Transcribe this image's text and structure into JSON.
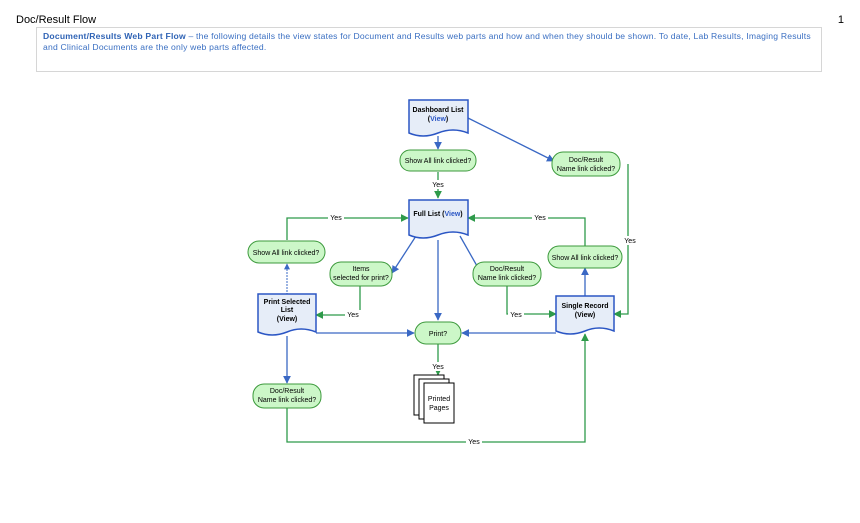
{
  "header": {
    "title": "Doc/Result Flow",
    "page_number": "1"
  },
  "description": {
    "heading": "Document/Results Web Part Flow",
    "body": " – the following details the view states for Document and Results web parts and how and when they should be shown. To date, Lab Results, Imaging Results and Clinical Documents are the only web parts affected."
  },
  "colors": {
    "doc_fill": "#e6edf8",
    "doc_stroke": "#2b56c4",
    "decision_fill": "#ccf7c8",
    "decision_stroke": "#3d9a3d",
    "edge_green": "#2e9a4a",
    "edge_blue": "#3a68c4",
    "view_link": "#2b56c4"
  },
  "diagram": {
    "nodes": {
      "dashboard": {
        "line1": "Dashboard List",
        "open": "(",
        "link": "View",
        "close": ")"
      },
      "full_list": {
        "label": "Full List (",
        "link": "View",
        "close": ")"
      },
      "print_selected": {
        "line1": "Print Selected",
        "line2": "List",
        "line3": "(View)"
      },
      "single_record": {
        "line1": "Single Record",
        "line2": "(View)"
      },
      "printed_pages": {
        "line1": "Printed",
        "line2": "Pages"
      },
      "show_all_top": {
        "label": "Show All link clicked?"
      },
      "docname_top": {
        "line1": "Doc/Result",
        "line2": "Name link clicked?"
      },
      "show_all_left": {
        "label": "Show All link clicked?"
      },
      "items_selected": {
        "line1": "Items",
        "line2": "selected for print?"
      },
      "docname_mid": {
        "line1": "Doc/Result",
        "line2": "Name link clicked?"
      },
      "show_all_right": {
        "label": "Show All link clicked?"
      },
      "print": {
        "label": "Print?"
      },
      "docname_bottom": {
        "line1": "Doc/Result",
        "line2": "Name link clicked?"
      }
    },
    "edge_labels": {
      "yes_show_all_to_full": "Yes",
      "yes_left_to_full": "Yes",
      "yes_right_to_full": "Yes",
      "yes_docname_top": "Yes",
      "yes_items_to_print_selected": "Yes",
      "yes_docname_mid": "Yes",
      "yes_print": "Yes",
      "yes_bottom": "Yes"
    }
  }
}
